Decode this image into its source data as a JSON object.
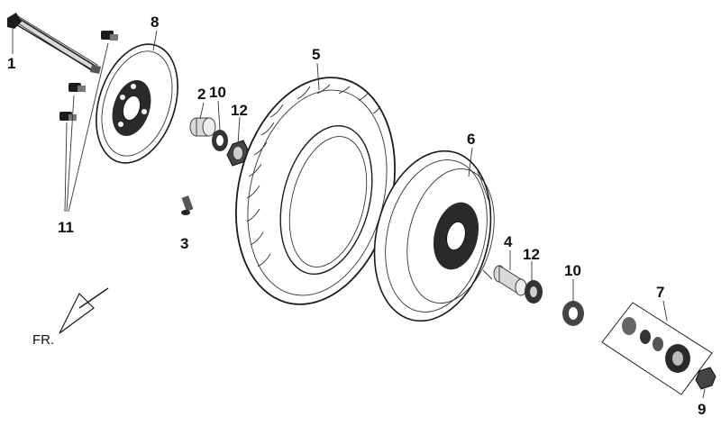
{
  "labels": {
    "p1": "1",
    "p2": "2",
    "p3": "3",
    "p4": "4",
    "p5": "5",
    "p6": "6",
    "p7": "7",
    "p8": "8",
    "p9": "9",
    "p10a": "10",
    "p10b": "10",
    "p11": "11",
    "p12a": "12",
    "p12b": "12",
    "fr": "FR."
  },
  "colors": {
    "line": "#1a1a1a",
    "fill_dark": "#1c1c1c",
    "background": "#ffffff"
  }
}
